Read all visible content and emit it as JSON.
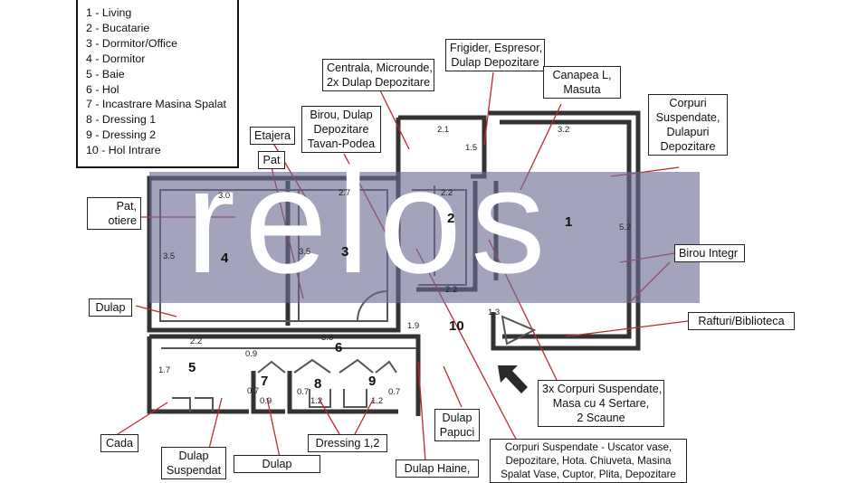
{
  "legend": {
    "items": [
      "1 - Living",
      "2 - Bucatarie",
      "3 - Dormitor/Office",
      "4 - Dormitor",
      "5 - Baie",
      "6 - Hol",
      "7 - Incastrare Masina Spalat",
      "8 - Dressing 1",
      "9 - Dressing 2",
      "10 - Hol Intrare"
    ]
  },
  "watermark": "relos",
  "rooms": [
    "1",
    "2",
    "3",
    "4",
    "5",
    "6",
    "7",
    "8",
    "9",
    "10"
  ],
  "dimensions": [
    "3.0",
    "2.7",
    "2.2",
    "2.1",
    "1.5",
    "3.2",
    "5.2",
    "3.5",
    "3.5",
    "2.2",
    "1.3",
    "2.2",
    "3.8",
    "0.9",
    "1.7",
    "0.7",
    "0.9",
    "0.7",
    "1.2",
    "0.7",
    "1.2",
    "1.9"
  ],
  "callouts": {
    "frigider": [
      "Frigider, Espresor,",
      "Dulap Depozitare"
    ],
    "centrala": [
      "Centrala, Microunde,",
      "2x Dulap Depozitare"
    ],
    "canapea": [
      "Canapea L,",
      "Masuta"
    ],
    "corpuri_top": [
      "Corpuri",
      "Suspendate,",
      "Dulapuri",
      "Depozitare"
    ],
    "birou_dulap": [
      "Birou, Dulap",
      "Depozitare",
      "Tavan-Podea"
    ],
    "etajera": [
      "Etajera"
    ],
    "pat_top": [
      "Pat"
    ],
    "pat_left": [
      "Pat,",
      "otiere"
    ],
    "birou_integr": [
      "Birou Integr"
    ],
    "dulap_left": [
      "Dulap"
    ],
    "rafturi": [
      "Rafturi/Biblioteca"
    ],
    "corpuri_mid": [
      "3x Corpuri Suspendate,",
      "Masa cu 4 Sertare,",
      "2 Scaune"
    ],
    "dulap_papuci": [
      "Dulap",
      "Papuci"
    ],
    "dressing": [
      "Dressing 1,2"
    ],
    "cada": [
      "Cada"
    ],
    "dulap_susp": [
      "Dulap",
      "Suspendat"
    ],
    "dulap_bottom": [
      "Dulap"
    ],
    "dulap_haine": [
      "Dulap Haine,"
    ],
    "corpuri_bottom": [
      "Corpuri Suspendate - Uscator vase,",
      "Depozitare, Hota. Chiuveta, Masina",
      "Spalat Vase, Cuptor, Plita, Depozitare"
    ]
  }
}
